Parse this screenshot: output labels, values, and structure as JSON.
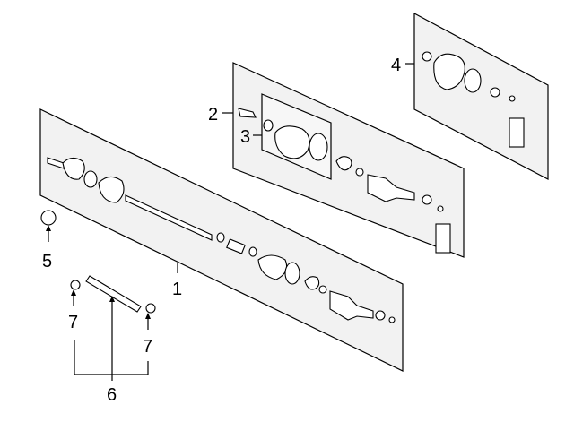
{
  "diagram": {
    "callouts": [
      "1",
      "2",
      "3",
      "4",
      "5",
      "6",
      "7",
      "7"
    ]
  }
}
